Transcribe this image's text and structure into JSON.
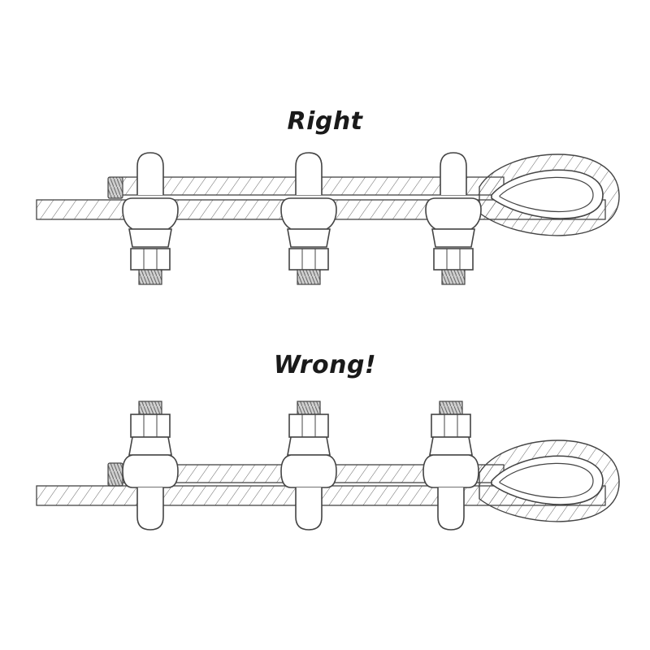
{
  "headings": {
    "right": "Right",
    "wrong": "Wrong!"
  },
  "colors": {
    "stroke": "#444444",
    "fill": "#ffffff",
    "thread": "#8a8a8a",
    "text": "#1a1a1a"
  },
  "panels": [
    {
      "id": "right",
      "clip_orientation": "saddle-on-live-end",
      "clip_count": 3
    },
    {
      "id": "wrong",
      "clip_orientation": "u-bolt-on-live-end",
      "clip_count": 3
    }
  ]
}
